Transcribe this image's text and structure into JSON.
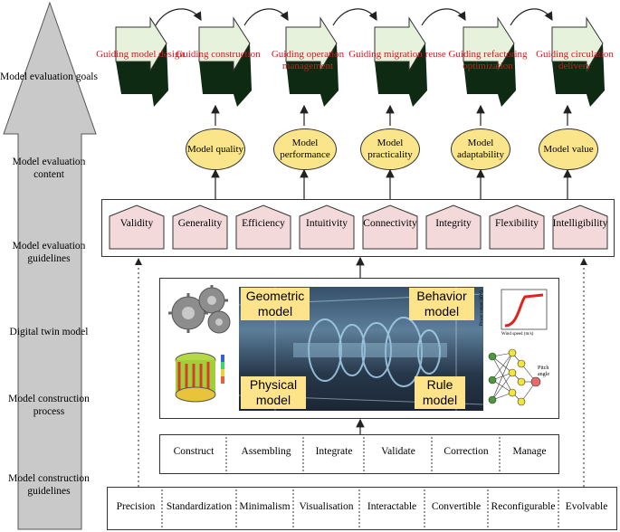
{
  "stages": [
    "Model evaluation goals",
    "Model evaluation content",
    "Model evaluation guidelines",
    "Digital twin model",
    "Model construction process",
    "Model construction guidelines"
  ],
  "goals": [
    "Guiding model design",
    "Guiding construction",
    "Guiding operation management",
    "Guiding migration reuse",
    "Guiding refactoring optimization",
    "Guiding circulation delivery"
  ],
  "contents": [
    "Model quality",
    "Model performance",
    "Model practicality",
    "Model adaptability",
    "Model value"
  ],
  "guidelines": [
    "Validity",
    "Generality",
    "Efficiency",
    "Intuitivity",
    "Connectivity",
    "Integrity",
    "Flexibility",
    "Intelligibility"
  ],
  "model_labels": {
    "geometric": "Geometric model",
    "behavior": "Behavior model",
    "physical": "Physical model",
    "rule": "Rule model"
  },
  "inset_text": {
    "plot_y": "Power output (kW)",
    "plot_x": "Wind speed (m/s)",
    "net_out": "Pitch angle"
  },
  "process": [
    "Construct",
    "Assembling",
    "Integrate",
    "Validate",
    "Correction",
    "Manage"
  ],
  "construction_guidelines": [
    "Precision",
    "Standardization",
    "Minimalism",
    "Visualisation",
    "Interactable",
    "Convertible",
    "Reconfigurable",
    "Evolvable"
  ],
  "colors": {
    "goal_face": "#e6f2db",
    "goal_shadow": "#0f2a12",
    "goal_text": "#c81e1e",
    "ellipse_fill": "#fbe58a",
    "guideline_fill": "#f3d9da",
    "label_fill": "#fde38a",
    "stage_arrow": "#c9c9c9"
  }
}
